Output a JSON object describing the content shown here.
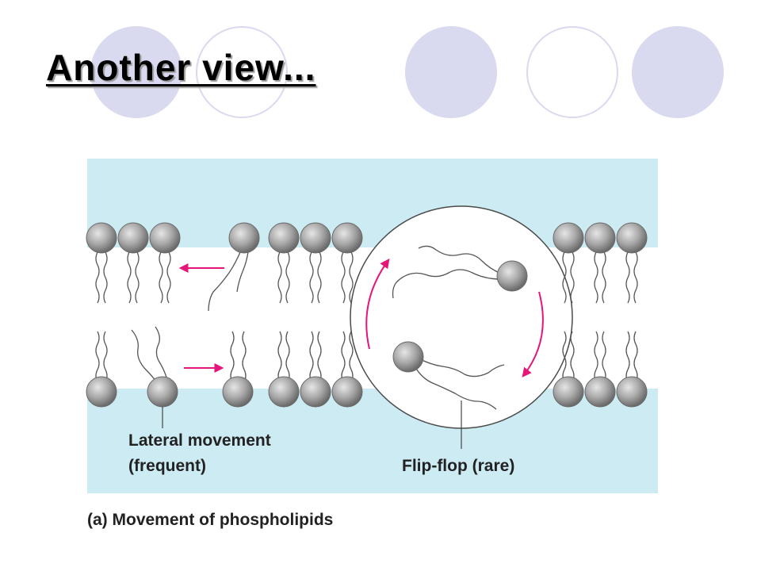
{
  "slide": {
    "title": "Another view..."
  },
  "figure": {
    "label_lateral_line1": "Lateral movement",
    "label_lateral_line2": "(frequent)",
    "label_flipflop": "Flip-flop (rare)",
    "caption": "(a) Movement of phospholipids"
  },
  "colors": {
    "water": "#cdebf3",
    "head": "#a6a6a6",
    "arrow": "#e5157a",
    "deco": "#d9d9f0"
  }
}
